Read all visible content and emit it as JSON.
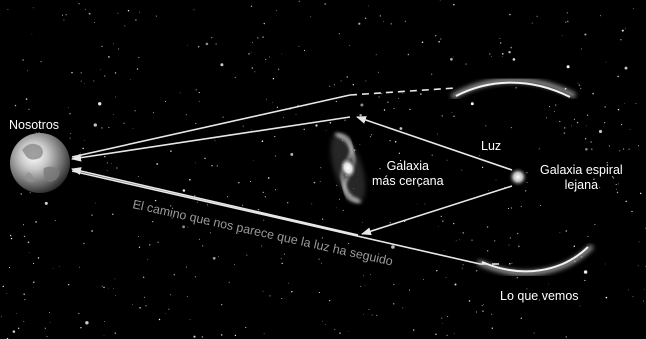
{
  "labels": {
    "observer": "Nosotros",
    "light": "Luz",
    "nearer_galaxy": "Galaxia\nmás cercana",
    "distant_galaxy": "Galaxia espiral\nlejana",
    "what_we_see": "Lo que vemos",
    "apparent_path": "El camino que nos parece que la luz ha seguido"
  },
  "colors": {
    "background": "#000000",
    "arrow": "#e8e8e8",
    "apparent_path_text": "#9a9a9a"
  }
}
